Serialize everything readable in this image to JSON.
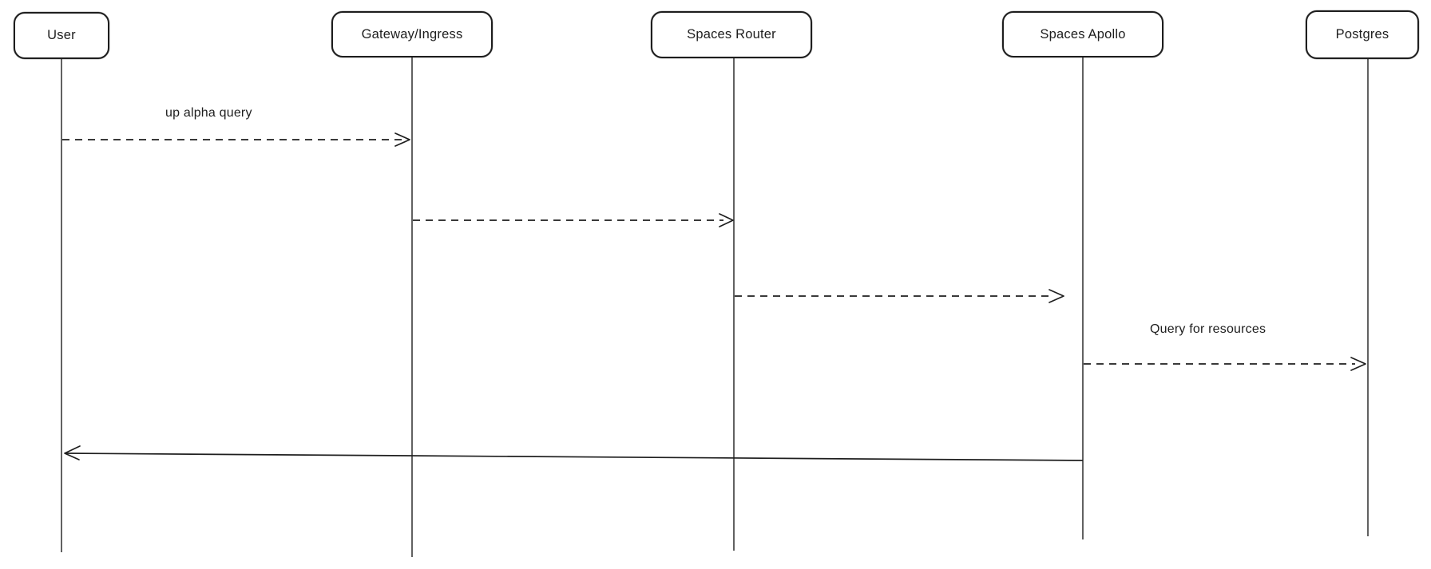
{
  "diagram": {
    "type": "sequence-diagram",
    "style": "hand-drawn",
    "colors": {
      "background": "#ffffff",
      "stroke": "#1e1e1e"
    },
    "actors": [
      {
        "label": "User"
      },
      {
        "label": "Gateway/Ingress"
      },
      {
        "label": "Spaces Router"
      },
      {
        "label": "Spaces Apollo"
      },
      {
        "label": "Postgres"
      }
    ],
    "messages": [
      {
        "label": "up alpha query",
        "from": "User",
        "to": "Gateway/Ingress",
        "line": "dashed",
        "arrowhead": "open-chevron-right"
      },
      {
        "label": "",
        "from": "Gateway/Ingress",
        "to": "Spaces Router",
        "line": "dashed",
        "arrowhead": "open-chevron-right"
      },
      {
        "label": "",
        "from": "Spaces Router",
        "to": "Spaces Apollo",
        "line": "dashed",
        "arrowhead": "open-chevron-right"
      },
      {
        "label": "Query for resources",
        "from": "Spaces Apollo",
        "to": "Postgres",
        "line": "dashed",
        "arrowhead": "open-chevron-right"
      },
      {
        "label": "",
        "from": "Spaces Apollo",
        "to": "User",
        "line": "solid",
        "arrowhead": "open-chevron-left"
      }
    ]
  }
}
